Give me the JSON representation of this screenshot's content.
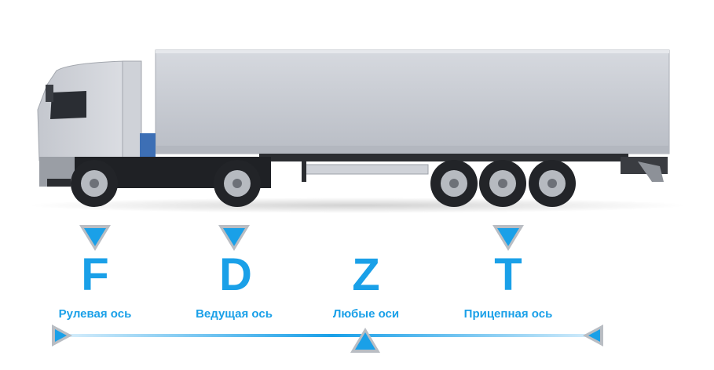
{
  "colors": {
    "accent": "#1aa0e8",
    "accent_dark": "#0f86cf",
    "marker_outline": "#b9bdc3",
    "trailer_body": "#c9ccd3",
    "cab_body": "#d3d6dc",
    "tire": "#222428",
    "rim": "#b6bac0"
  },
  "axles": [
    {
      "letter": "F",
      "label": "Рулевая ось"
    },
    {
      "letter": "D",
      "label": "Ведущая ось"
    },
    {
      "letter": "Z",
      "label": "Любые оси"
    },
    {
      "letter": "T",
      "label": "Прицепная ось"
    }
  ]
}
